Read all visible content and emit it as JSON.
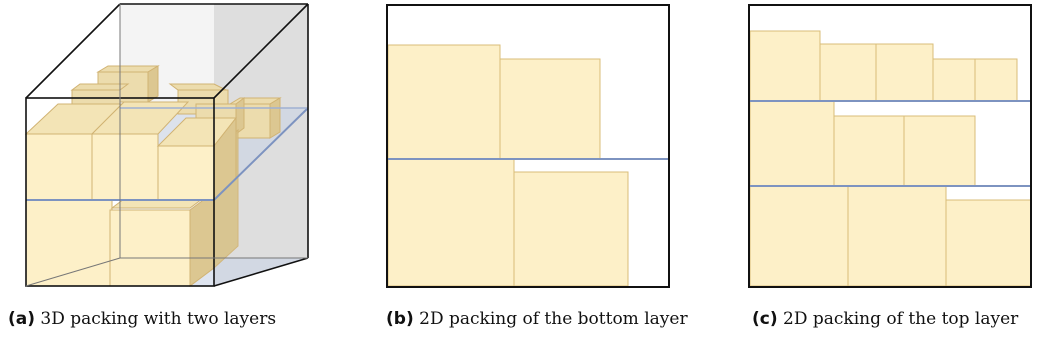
{
  "figures": [
    {
      "id": "a",
      "label": "(a)",
      "caption": "3D packing with two layers"
    },
    {
      "id": "b",
      "label": "(b)",
      "caption": "2D packing of the bottom layer"
    },
    {
      "id": "c",
      "label": "(c)",
      "caption": "2D packing of the top layer"
    }
  ],
  "colors": {
    "box_fill": "#fdf0c8",
    "box_stroke": "#d9bd78",
    "layer_line": "#7d93c0",
    "frame": "#111111"
  }
}
